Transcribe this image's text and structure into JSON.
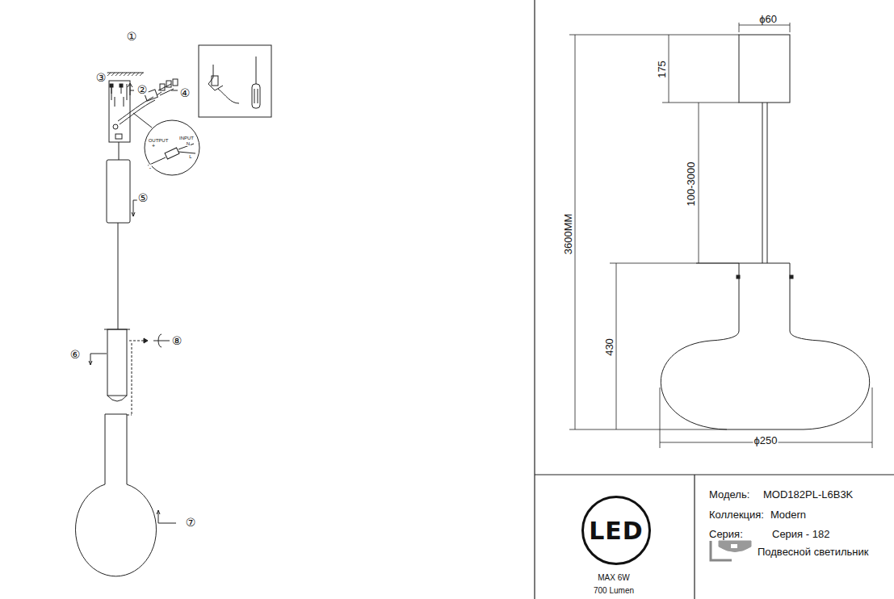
{
  "diagram": {
    "nodes": [
      {
        "text": [
          "LED"
        ]
      }
    ],
    "labels": [
      "①",
      "②",
      "③",
      "④",
      "OUTPUT",
      "INPUT",
      "N",
      "+",
      "L",
      "-",
      "⑤",
      "⑥",
      "⑧",
      "⑦",
      "ϕ60",
      "175",
      "100-3000",
      "3600MM",
      "430",
      "ϕ250",
      "MAX 6W",
      "700 Lumen",
      "Модель:",
      "MOD182PL-L6B3K",
      "Коллекция:",
      "Modern",
      "Серия:",
      "Серия - 182",
      "Подвесной светильник"
    ]
  }
}
